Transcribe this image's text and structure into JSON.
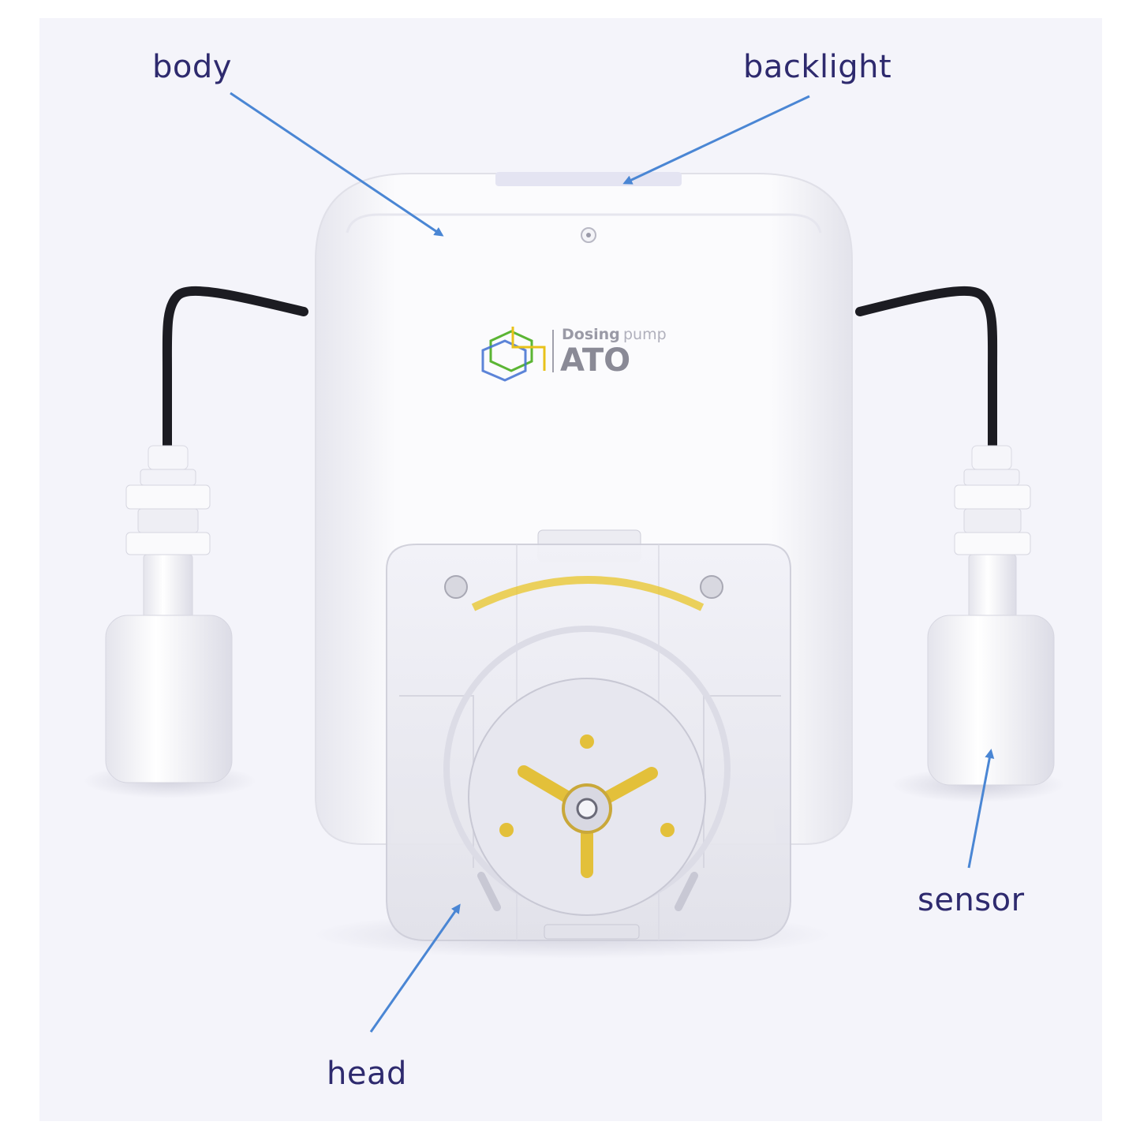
{
  "labels": {
    "body": "body",
    "backlight": "backlight",
    "sensor": "sensor",
    "head": "head"
  },
  "logo": {
    "subtitle_bold": "Dosing",
    "subtitle_light": "pump",
    "title": "ATO"
  },
  "colors": {
    "label_text": "#2e2a6e",
    "arrow": "#4a86d4",
    "background": "#f4f4fa",
    "housing": "#fafafc",
    "cable": "#1c1c22",
    "logo_green": "#5bb534",
    "logo_blue": "#3f6fd1",
    "logo_yellow": "#e8c21a",
    "roller_gold": "#e3c03a"
  }
}
